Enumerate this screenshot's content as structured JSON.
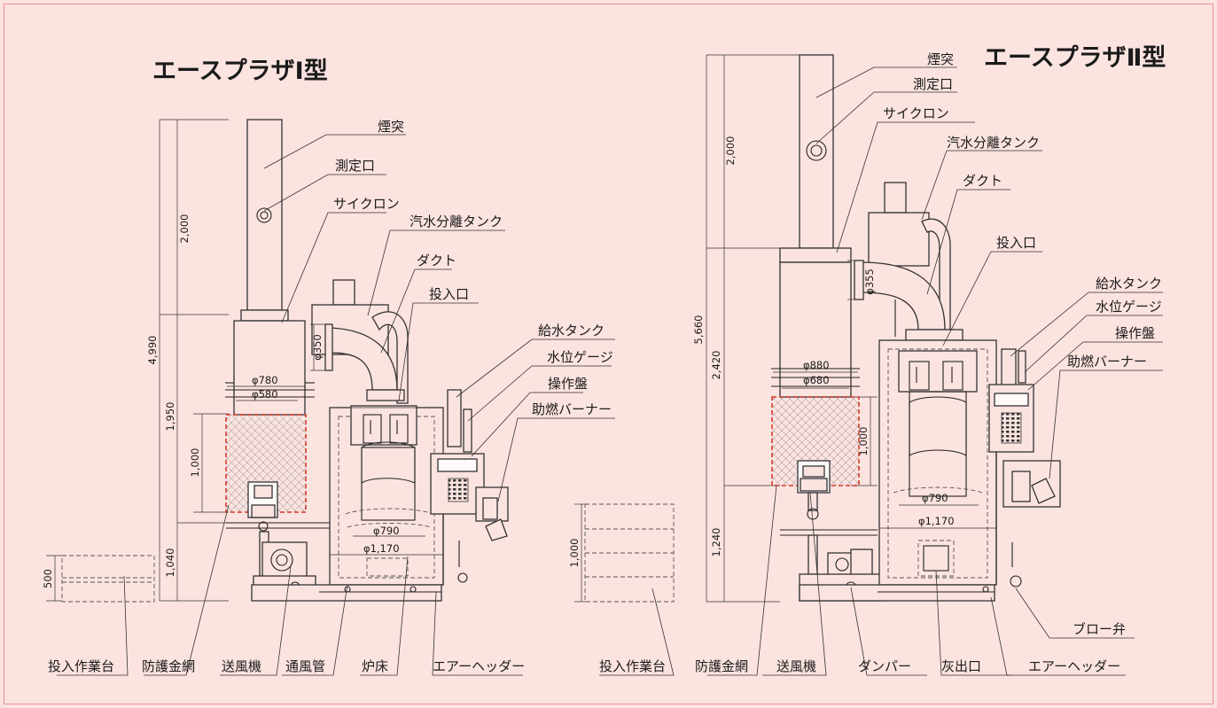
{
  "left": {
    "title": "エースプラザⅠ型",
    "callouts": {
      "chimney": "煙突",
      "sampling_port": "測定口",
      "cyclone": "サイクロン",
      "separator_tank": "汽水分離タンク",
      "duct": "ダクト",
      "feed_port": "投入口",
      "water_tank": "給水タンク",
      "level_gauge": "水位ゲージ",
      "control_panel": "操作盤",
      "aux_burner": "助燃バーナー"
    },
    "bottom_labels": {
      "work_stand": "投入作業台",
      "guard_mesh": "防護金網",
      "blower": "送風機",
      "air_pipe": "通風管",
      "hearth": "炉床",
      "air_header": "エアーヘッダー"
    },
    "dims": {
      "d_2000": "2,000",
      "d_4990": "4,990",
      "d_1950": "1,950",
      "d_1000": "1,000",
      "d_1040": "1,040",
      "d_500": "500",
      "phi_780": "φ780",
      "phi_580": "φ580",
      "phi_350": "φ350",
      "phi_790": "φ790",
      "phi_1170": "φ1,170"
    }
  },
  "right": {
    "title": "エースプラザⅡ型",
    "callouts": {
      "chimney": "煙突",
      "sampling_port": "測定口",
      "cyclone": "サイクロン",
      "separator_tank": "汽水分離タンク",
      "duct": "ダクト",
      "feed_port": "投入口",
      "water_tank": "給水タンク",
      "level_gauge": "水位ゲージ",
      "control_panel": "操作盤",
      "aux_burner": "助燃バーナー",
      "blow_valve": "ブロー弁"
    },
    "bottom_labels": {
      "work_stand": "投入作業台",
      "guard_mesh": "防護金網",
      "blower": "送風機",
      "damper": "ダンパー",
      "ash_port": "灰出口",
      "air_header": "エアーヘッダー"
    },
    "dims": {
      "d_2000": "2,000",
      "d_5660": "5,660",
      "d_2420": "2,420",
      "d_1000": "1,000",
      "d_1240": "1,240",
      "d_1000b": "1,000",
      "phi_355": "φ355",
      "phi_880": "φ880",
      "phi_680": "φ680",
      "phi_790": "φ790",
      "phi_1170": "φ1,170"
    }
  },
  "colors": {
    "background": "#fbe3e0",
    "border": "#e8909a",
    "line": "#222222",
    "mesh_outline": "#d63a2a"
  }
}
